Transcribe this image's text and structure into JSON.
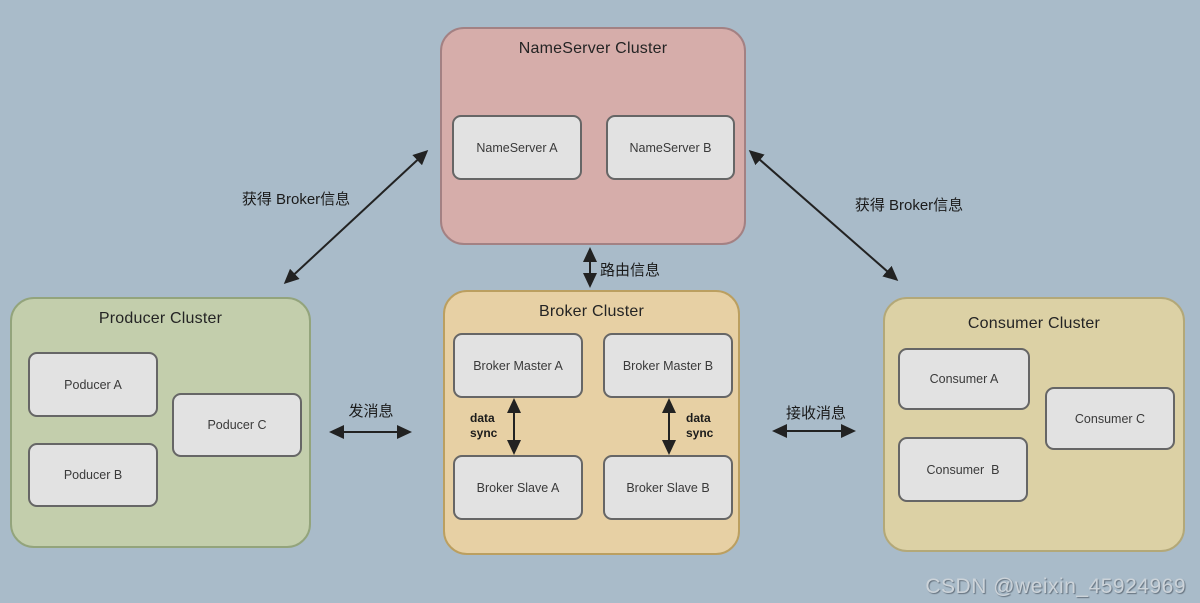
{
  "diagram": {
    "clusters": {
      "nameserver": {
        "title": "NameServer Cluster",
        "nodes": {
          "a": "NameServer A",
          "b": "NameServer B"
        }
      },
      "producer": {
        "title": "Producer Cluster",
        "nodes": {
          "a": "Poducer A",
          "b": "Poducer B",
          "c": "Poducer C"
        }
      },
      "broker": {
        "title": "Broker Cluster",
        "nodes": {
          "master_a": "Broker Master A",
          "master_b": "Broker Master B",
          "slave_a": "Broker Slave A",
          "slave_b": "Broker Slave B"
        }
      },
      "consumer": {
        "title": "Consumer Cluster",
        "nodes": {
          "a": "Consumer A",
          "b": "Consumer  B",
          "c": "Consumer C"
        }
      }
    },
    "edge_labels": {
      "producer_nameserver": "获得 Broker信息",
      "consumer_nameserver": "获得 Broker信息",
      "nameserver_broker": "路由信息",
      "producer_broker": "发消息",
      "broker_consumer": "接收消息",
      "data_sync_left": "data\nsync",
      "data_sync_right": "data\nsync"
    },
    "colors": {
      "background": "#a9bbc9",
      "nameserver_fill": "#d6adaa",
      "nameserver_border": "#a38183",
      "producer_fill": "#c3ceac",
      "producer_border": "#93a47c",
      "broker_fill": "#e7d0a4",
      "broker_border": "#bb9f60",
      "consumer_fill": "#dcd1a5",
      "consumer_border": "#b3a878",
      "node_fill": "#e2e2e2",
      "node_border": "#666666",
      "arrow": "#222222"
    }
  },
  "watermark": "CSDN @weixin_45924969"
}
